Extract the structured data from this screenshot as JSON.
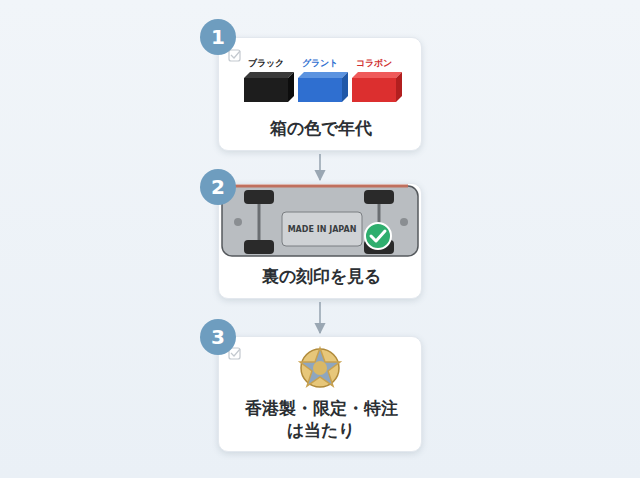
{
  "diagram": {
    "nodes": [
      {
        "text": [
          "1"
        ]
      },
      {
        "text": [
          "箱の色で年代"
        ]
      },
      {
        "text": [
          "2"
        ]
      },
      {
        "text": [
          "裏の刻印を見る"
        ]
      },
      {
        "text": [
          "3"
        ]
      },
      {
        "text": [
          "香港製・限定・特注 は当たり"
        ]
      }
    ],
    "edges": [
      {
        "from": 1,
        "to": 3,
        "arrow": "to"
      },
      {
        "from": 3,
        "to": 5,
        "arrow": "to"
      }
    ],
    "labels": [
      "ブラック",
      "グラント",
      "コラボン",
      "MADE IN JAPAN"
    ]
  }
}
